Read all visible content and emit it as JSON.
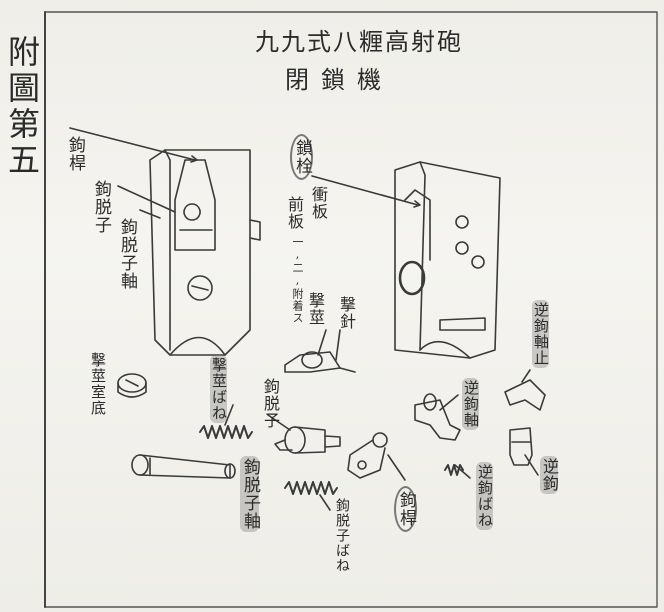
{
  "sheet_label": "附圖第五",
  "title": {
    "line1": "九九式八糎高射砲",
    "line2": "閉鎖機"
  },
  "labels": {
    "hook_lever_top": "鉤桿",
    "hook_release": "鉤脱子",
    "hook_release_axle": "鉤脱子軸",
    "lock_bolt": "鎖栓",
    "front_plate": "前板",
    "rear_plate": "衝板",
    "note": "一,二,附着ス",
    "striker_spring": "撃莖",
    "striker_pin": "撃針",
    "striker_chamber_bottom": "撃莖室底",
    "striker_spring_coil": "撃莖ばね",
    "hook_release_mid": "鉤脱子",
    "hook_release_axle_low": "鉤脱子軸",
    "hook_release_spring": "鉤脱子ばね",
    "hook_lever_low": "鉤桿",
    "reverse_hook_axle_stop": "逆鉤軸止",
    "reverse_hook_axle": "逆鉤軸",
    "reverse_hook_spring": "逆鉤ばね",
    "reverse_hook": "逆鉤"
  }
}
